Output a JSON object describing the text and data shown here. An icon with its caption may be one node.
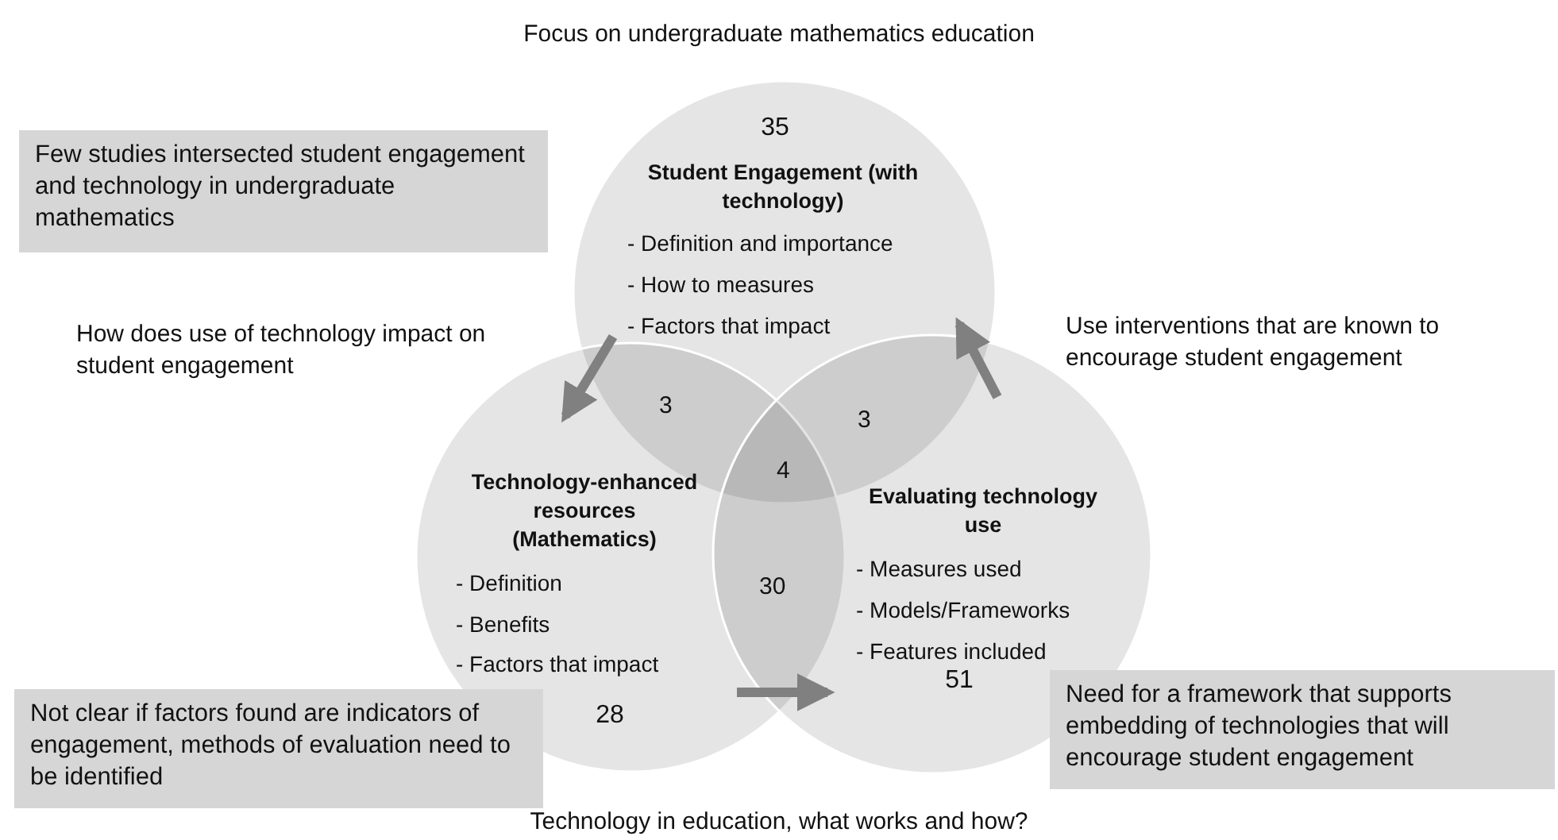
{
  "diagram": {
    "title": "Focus on undergraduate mathematics education",
    "caption": "Technology in education, what works and how?",
    "nodes": [
      {
        "text": [
          "35",
          "Student Engagement (with technology)",
          "- Definition and importance",
          "- How to measures",
          "- Factors that impact"
        ]
      },
      {
        "text": [
          "Technology-enhanced resources (Mathematics)",
          "- Definition",
          "- Benefits",
          "- Factors that impact",
          "28"
        ]
      },
      {
        "text": [
          "Evaluating technology use",
          "- Measures used",
          "- Models/Frameworks",
          "- Features included",
          "51"
        ]
      },
      {
        "text": [
          "Few studies intersected student engagement and technology in undergraduate mathematics"
        ]
      },
      {
        "text": [
          "Not clear if factors found are indicators of engagement, methods of evaluation need to be identified"
        ]
      },
      {
        "text": [
          "Need for a framework that supports embedding of technologies that will encourage student engagement"
        ]
      }
    ],
    "edges": [
      {
        "from": 0,
        "to": 1,
        "arrow": "to"
      },
      {
        "from": 2,
        "to": 0,
        "arrow": "to"
      },
      {
        "from": 1,
        "to": 2,
        "arrow": "to"
      }
    ],
    "labels": [
      "How does use of technology impact on student engagement",
      "Use interventions that are known to encourage student engagement",
      "3",
      "3",
      "4",
      "30"
    ]
  }
}
